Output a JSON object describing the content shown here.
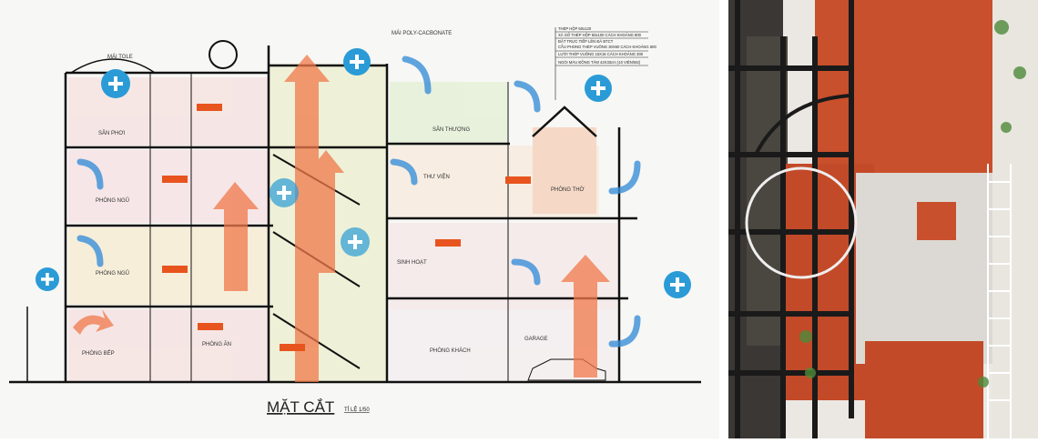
{
  "drawing": {
    "title": "MẶT CẮT",
    "scale": "TỈ LỆ 1/50",
    "roof_labels": {
      "left": "MÁI TOLE",
      "right": "MÁI POLY-CACBONATE"
    },
    "rooms": {
      "san_phoi": "SÂN PHƠI",
      "phong_ngu_1": "PHÒNG NGỦ",
      "phong_ngu_2": "PHÒNG NGỦ",
      "phong_bep": "PHÒNG BẾP",
      "phong_an": "PHÒNG ĂN",
      "san_thuong": "SÂN THƯỢNG",
      "thu_vien": "THƯ VIỆN",
      "phong_tho": "PHÒNG THỜ",
      "sinh_hoat": "SINH HOẠT",
      "phong_khach": "PHÒNG KHÁCH",
      "garage": "GARAGE"
    },
    "notes": [
      "THÉP HỘP 60x120",
      "XÀ GỖ THÉP HỘP 50x100 CÁCH KHOẢNG 800",
      "ĐẶT TRỰC TIẾP LÊN ĐÀ BTCT",
      "CẦU PHONG THÉP VUÔNG 30X60 CÁCH KHOẢNG 600",
      "LƯỚI THÉP VUÔNG 15X15 CÁCH KHOẢNG 300",
      "NGÓI MÀU ĐỒNG TÂM 42X33cm (10 VIÊN/M2)"
    ],
    "colors": {
      "plus": "#2a9bd6",
      "minus": "#e8541e",
      "cool_arrow": "#3a8fd8",
      "warm_arrow": "#f0784a"
    }
  },
  "photo": {
    "colors": {
      "wall": "#c9502c",
      "frame": "#1a1a1a"
    }
  }
}
